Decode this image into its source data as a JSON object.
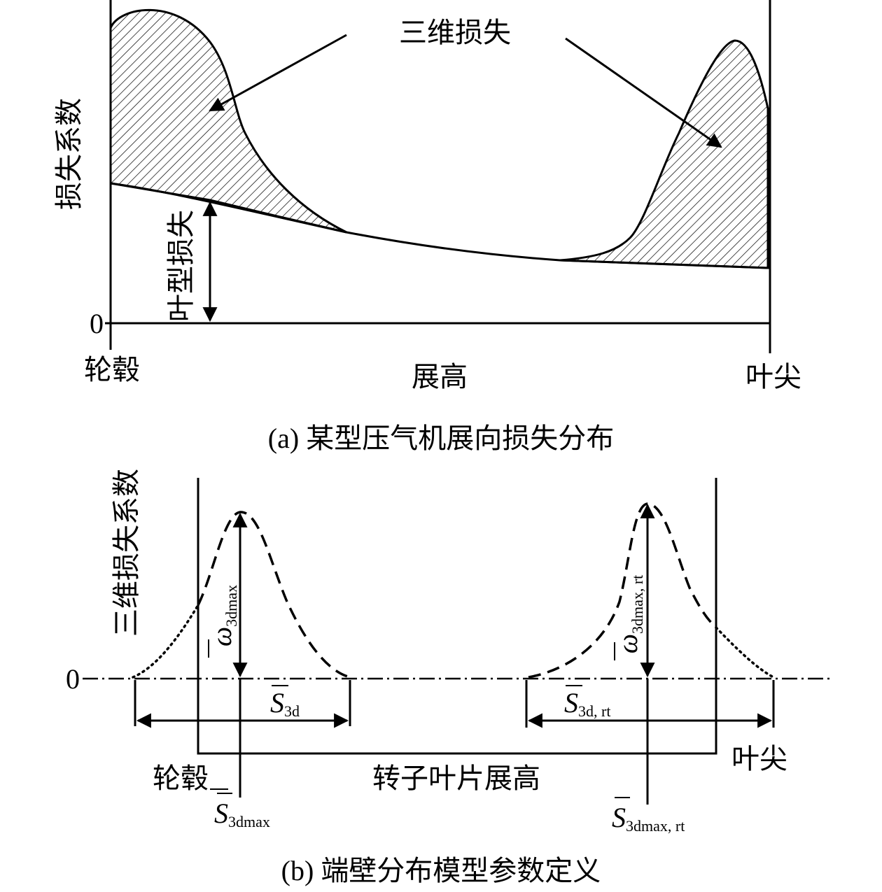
{
  "panel_a": {
    "caption": "(a) 某型压气机展向损失分布",
    "y_axis_label": "损失系数",
    "x_axis_label": "展高",
    "hub_label": "轮毂",
    "tip_label": "叶尖",
    "zero_label": "0",
    "three_d_loss_label": "三维损失",
    "profile_loss_label": "叶型损失"
  },
  "panel_b": {
    "caption": "(b) 端壁分布模型参数定义",
    "y_axis_label": "三维损失系数",
    "x_axis_label": "转子叶片展高",
    "hub_label": "轮毂",
    "tip_label": "叶尖",
    "zero_label": "0",
    "omega_hub": {
      "symbol": "ω",
      "sub": "3dmax"
    },
    "omega_tip": {
      "symbol": "ω",
      "sub": "3dmax, rt"
    },
    "s3d_hub": {
      "symbol": "S",
      "sub": "3d"
    },
    "s3d_tip": {
      "symbol": "S",
      "sub": "3d, rt"
    },
    "s3dmax_hub": {
      "symbol": "S",
      "sub": "3dmax"
    },
    "s3dmax_tip": {
      "symbol": "S",
      "sub": "3dmax, rt"
    }
  }
}
